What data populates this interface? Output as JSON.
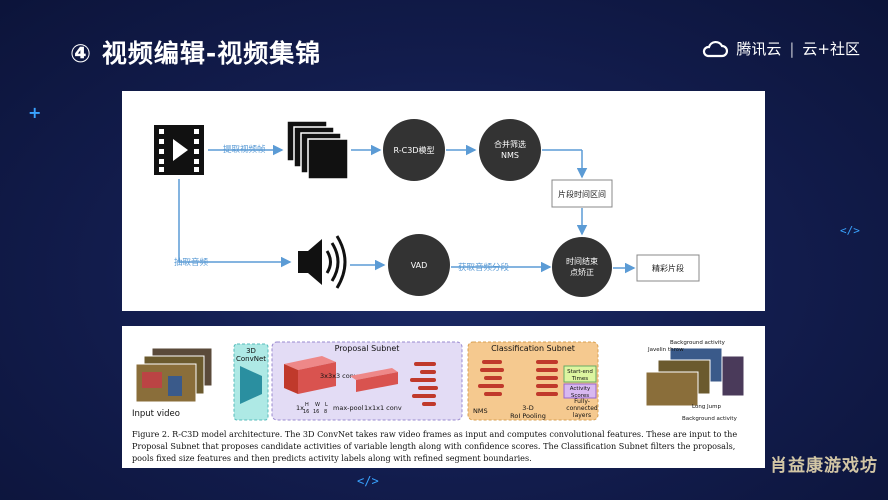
{
  "header": {
    "title": "④ 视频编辑-视频集锦"
  },
  "brand": {
    "name": "腾讯云",
    "separator": "|",
    "community": "云+社区"
  },
  "deco": {
    "code_tag": "</>",
    "code_tag_small": "</>"
  },
  "pipeline": {
    "extract_frames_label": "提取视频帧",
    "extract_audio_label": "抽取音频",
    "r_c3d_label": "R-C3D模型",
    "merge_label_1": "合并筛选",
    "merge_label_2": "NMS",
    "segment_interval_label": "片段时间区间",
    "vad_label": "VAD",
    "audio_segment_label": "获取音频分段",
    "correct_label_1": "时间结束",
    "correct_label_2": "点矫正",
    "highlight_label": "精彩片段"
  },
  "figure": {
    "input_video": "Input video",
    "convnet_1": "3D",
    "convnet_2": "ConvNet",
    "proposal_title": "Proposal Subnet",
    "conv_label_1": "3x3x3 conv,",
    "conv_label_2": "1x",
    "conv_label_3": "max-pool",
    "conv_1x1": "1x1x1 conv",
    "frac1_num": "H",
    "frac1_den": "16",
    "frac2_num": "W",
    "frac2_den": "16",
    "frac3_num": "L",
    "frac3_den": "8",
    "classification_title": "Classification Subnet",
    "nms": "NMS",
    "roi_1": "3-D",
    "roi_2": "RoI Pooling",
    "fc_1": "Fully-",
    "fc_2": "connected",
    "fc_3": "layers",
    "start_end_1": "Start-end",
    "start_end_2": "Times",
    "activity_1": "Activity",
    "activity_2": "Scores",
    "bg_activity_top": "Background activity",
    "javelin": "Javelin throw",
    "long_jump": "Long Jump",
    "bg_activity_bottom": "Background activity",
    "caption": "Figure 2. R-C3D model architecture. The 3D ConvNet takes raw video frames as input and computes convolutional features. These are input to the Proposal Subnet that proposes candidate activities of variable length along with confidence scores. The Classification Subnet filters the proposals, pools fixed size features and then predicts activity labels along with refined segment boundaries."
  },
  "watermark": "肖益康游戏坊",
  "colors": {
    "background": "#121c4c",
    "node": "#333333",
    "arrow": "#5b9bd5",
    "accent": "#39a3ff",
    "proposal_bg": "#e3dcf5",
    "classification_bg": "#f5c98f",
    "convnet_bg": "#aee9e5",
    "bar_red": "#c0392b"
  }
}
